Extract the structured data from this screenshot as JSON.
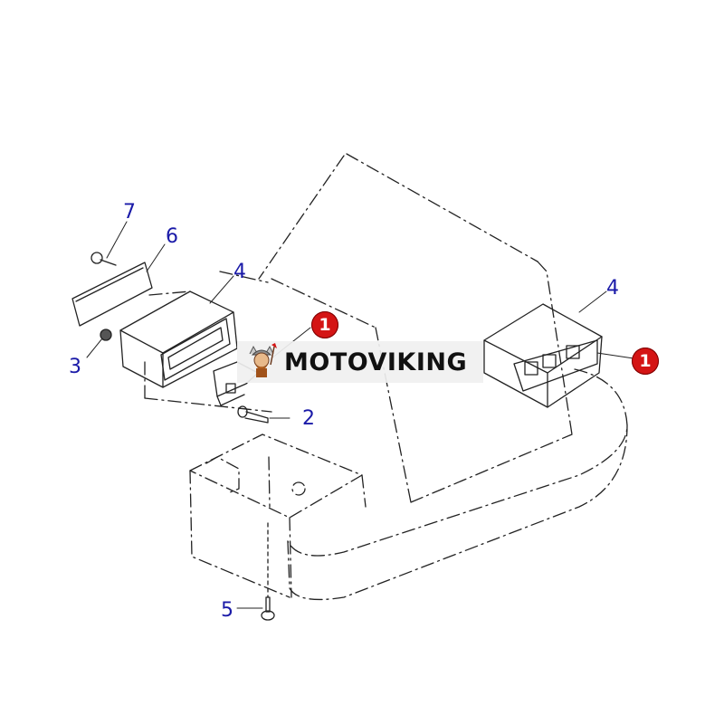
{
  "callouts": {
    "c1": "7",
    "c2": "6",
    "c3": "4",
    "c4": "4",
    "c5": "3",
    "c6": "2",
    "c7": "5"
  },
  "badges": {
    "b1": "1",
    "b2": "1"
  },
  "watermark": {
    "text": "MOTOVIKING",
    "logo_icon": "viking-mascot-icon"
  },
  "colors": {
    "callout_text": "#1a1aa8",
    "badge_fill": "#d41414",
    "line_art": "#222222"
  }
}
